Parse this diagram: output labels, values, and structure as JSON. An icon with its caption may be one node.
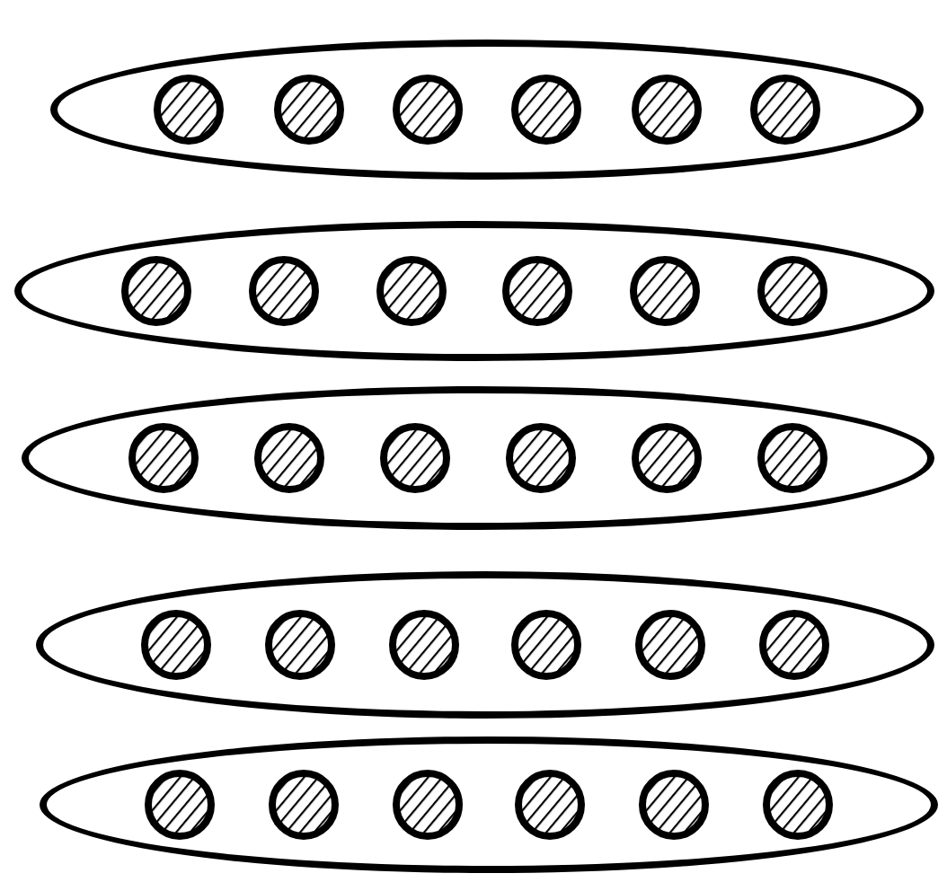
{
  "diagram": {
    "nodes": [
      {
        "text": [],
        "shape": "ellipse"
      },
      {
        "text": [],
        "shape": "circle",
        "in": 0
      },
      {
        "text": [],
        "shape": "circle",
        "in": 0
      },
      {
        "text": [],
        "shape": "circle",
        "in": 0
      },
      {
        "text": [],
        "shape": "circle",
        "in": 0
      },
      {
        "text": [],
        "shape": "circle",
        "in": 0
      },
      {
        "text": [],
        "shape": "circle",
        "in": 0
      },
      {
        "text": [],
        "shape": "ellipse"
      },
      {
        "text": [],
        "shape": "circle",
        "in": 7
      },
      {
        "text": [],
        "shape": "circle",
        "in": 7
      },
      {
        "text": [],
        "shape": "circle",
        "in": 7
      },
      {
        "text": [],
        "shape": "circle",
        "in": 7
      },
      {
        "text": [],
        "shape": "circle",
        "in": 7
      },
      {
        "text": [],
        "shape": "circle",
        "in": 7
      },
      {
        "text": [],
        "shape": "ellipse"
      },
      {
        "text": [],
        "shape": "circle",
        "in": 14
      },
      {
        "text": [],
        "shape": "circle",
        "in": 14
      },
      {
        "text": [],
        "shape": "circle",
        "in": 14
      },
      {
        "text": [],
        "shape": "circle",
        "in": 14
      },
      {
        "text": [],
        "shape": "circle",
        "in": 14
      },
      {
        "text": [],
        "shape": "circle",
        "in": 14
      },
      {
        "text": [],
        "shape": "ellipse"
      },
      {
        "text": [],
        "shape": "circle",
        "in": 21
      },
      {
        "text": [],
        "shape": "circle",
        "in": 21
      },
      {
        "text": [],
        "shape": "circle",
        "in": 21
      },
      {
        "text": [],
        "shape": "circle",
        "in": 21
      },
      {
        "text": [],
        "shape": "circle",
        "in": 21
      },
      {
        "text": [],
        "shape": "circle",
        "in": 21
      },
      {
        "text": [],
        "shape": "ellipse"
      },
      {
        "text": [],
        "shape": "circle",
        "in": 28
      },
      {
        "text": [],
        "shape": "circle",
        "in": 28
      },
      {
        "text": [],
        "shape": "circle",
        "in": 28
      },
      {
        "text": [],
        "shape": "circle",
        "in": 28
      },
      {
        "text": [],
        "shape": "circle",
        "in": 28
      },
      {
        "text": [],
        "shape": "circle",
        "in": 28
      }
    ]
  }
}
